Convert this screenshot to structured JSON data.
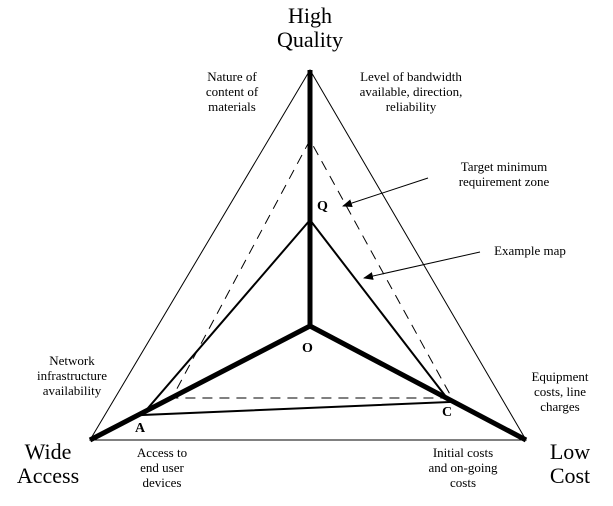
{
  "vertices": {
    "top": "High\nQuality",
    "left": "Wide\nAccess",
    "right": "Low\nCost"
  },
  "annotations": {
    "nature_of_content": "Nature of\ncontent of\nmaterials",
    "bandwidth": "Level of bandwidth\navailable, direction,\nreliability",
    "target_zone": "Target minimum\nrequirement zone",
    "example_map": "Example map",
    "network_infrastructure": "Network\ninfrastructure\navailability",
    "equipment_costs": "Equipment\ncosts, line\ncharges",
    "access_devices": "Access to\nend user\ndevices",
    "initial_costs": "Initial costs\nand on-going\ncosts"
  },
  "points": {
    "q": "Q",
    "o": "O",
    "a": "A",
    "c": "C"
  },
  "colors": {
    "ink": "#000000",
    "background": "#ffffff"
  }
}
